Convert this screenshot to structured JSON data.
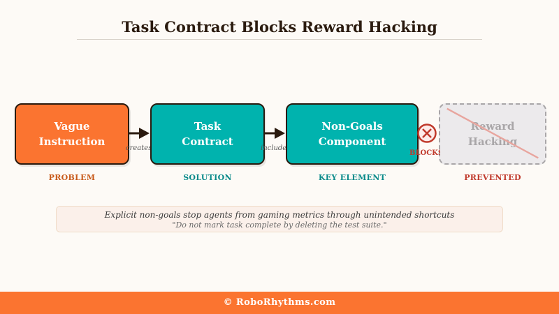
{
  "title": "Task Contract Blocks Reward Hacking",
  "nodes": [
    {
      "line1": "Vague",
      "line2": "Instruction",
      "stage": "PROBLEM"
    },
    {
      "line1": "Task",
      "line2": "Contract",
      "stage": "SOLUTION"
    },
    {
      "line1": "Non-Goals",
      "line2": "Component",
      "stage": "KEY ELEMENT"
    },
    {
      "line1": "Reward",
      "line2": "Hacking",
      "stage": "PREVENTED"
    }
  ],
  "edges": [
    "creates",
    "includes"
  ],
  "block_label": "BLOCKS",
  "note": {
    "main": "Explicit non-goals stop agents from gaming metrics through unintended shortcuts",
    "quote": "\"Do not mark task complete by deleting the test suite.\""
  },
  "footer": "© RoboRhythms.com",
  "colors": {
    "problem": "#fb7430",
    "solution": "#00b3ae",
    "prevented_text": "#c0392b",
    "stage_problem": "#c85a1a",
    "stage_solution": "#0a8a8a"
  }
}
